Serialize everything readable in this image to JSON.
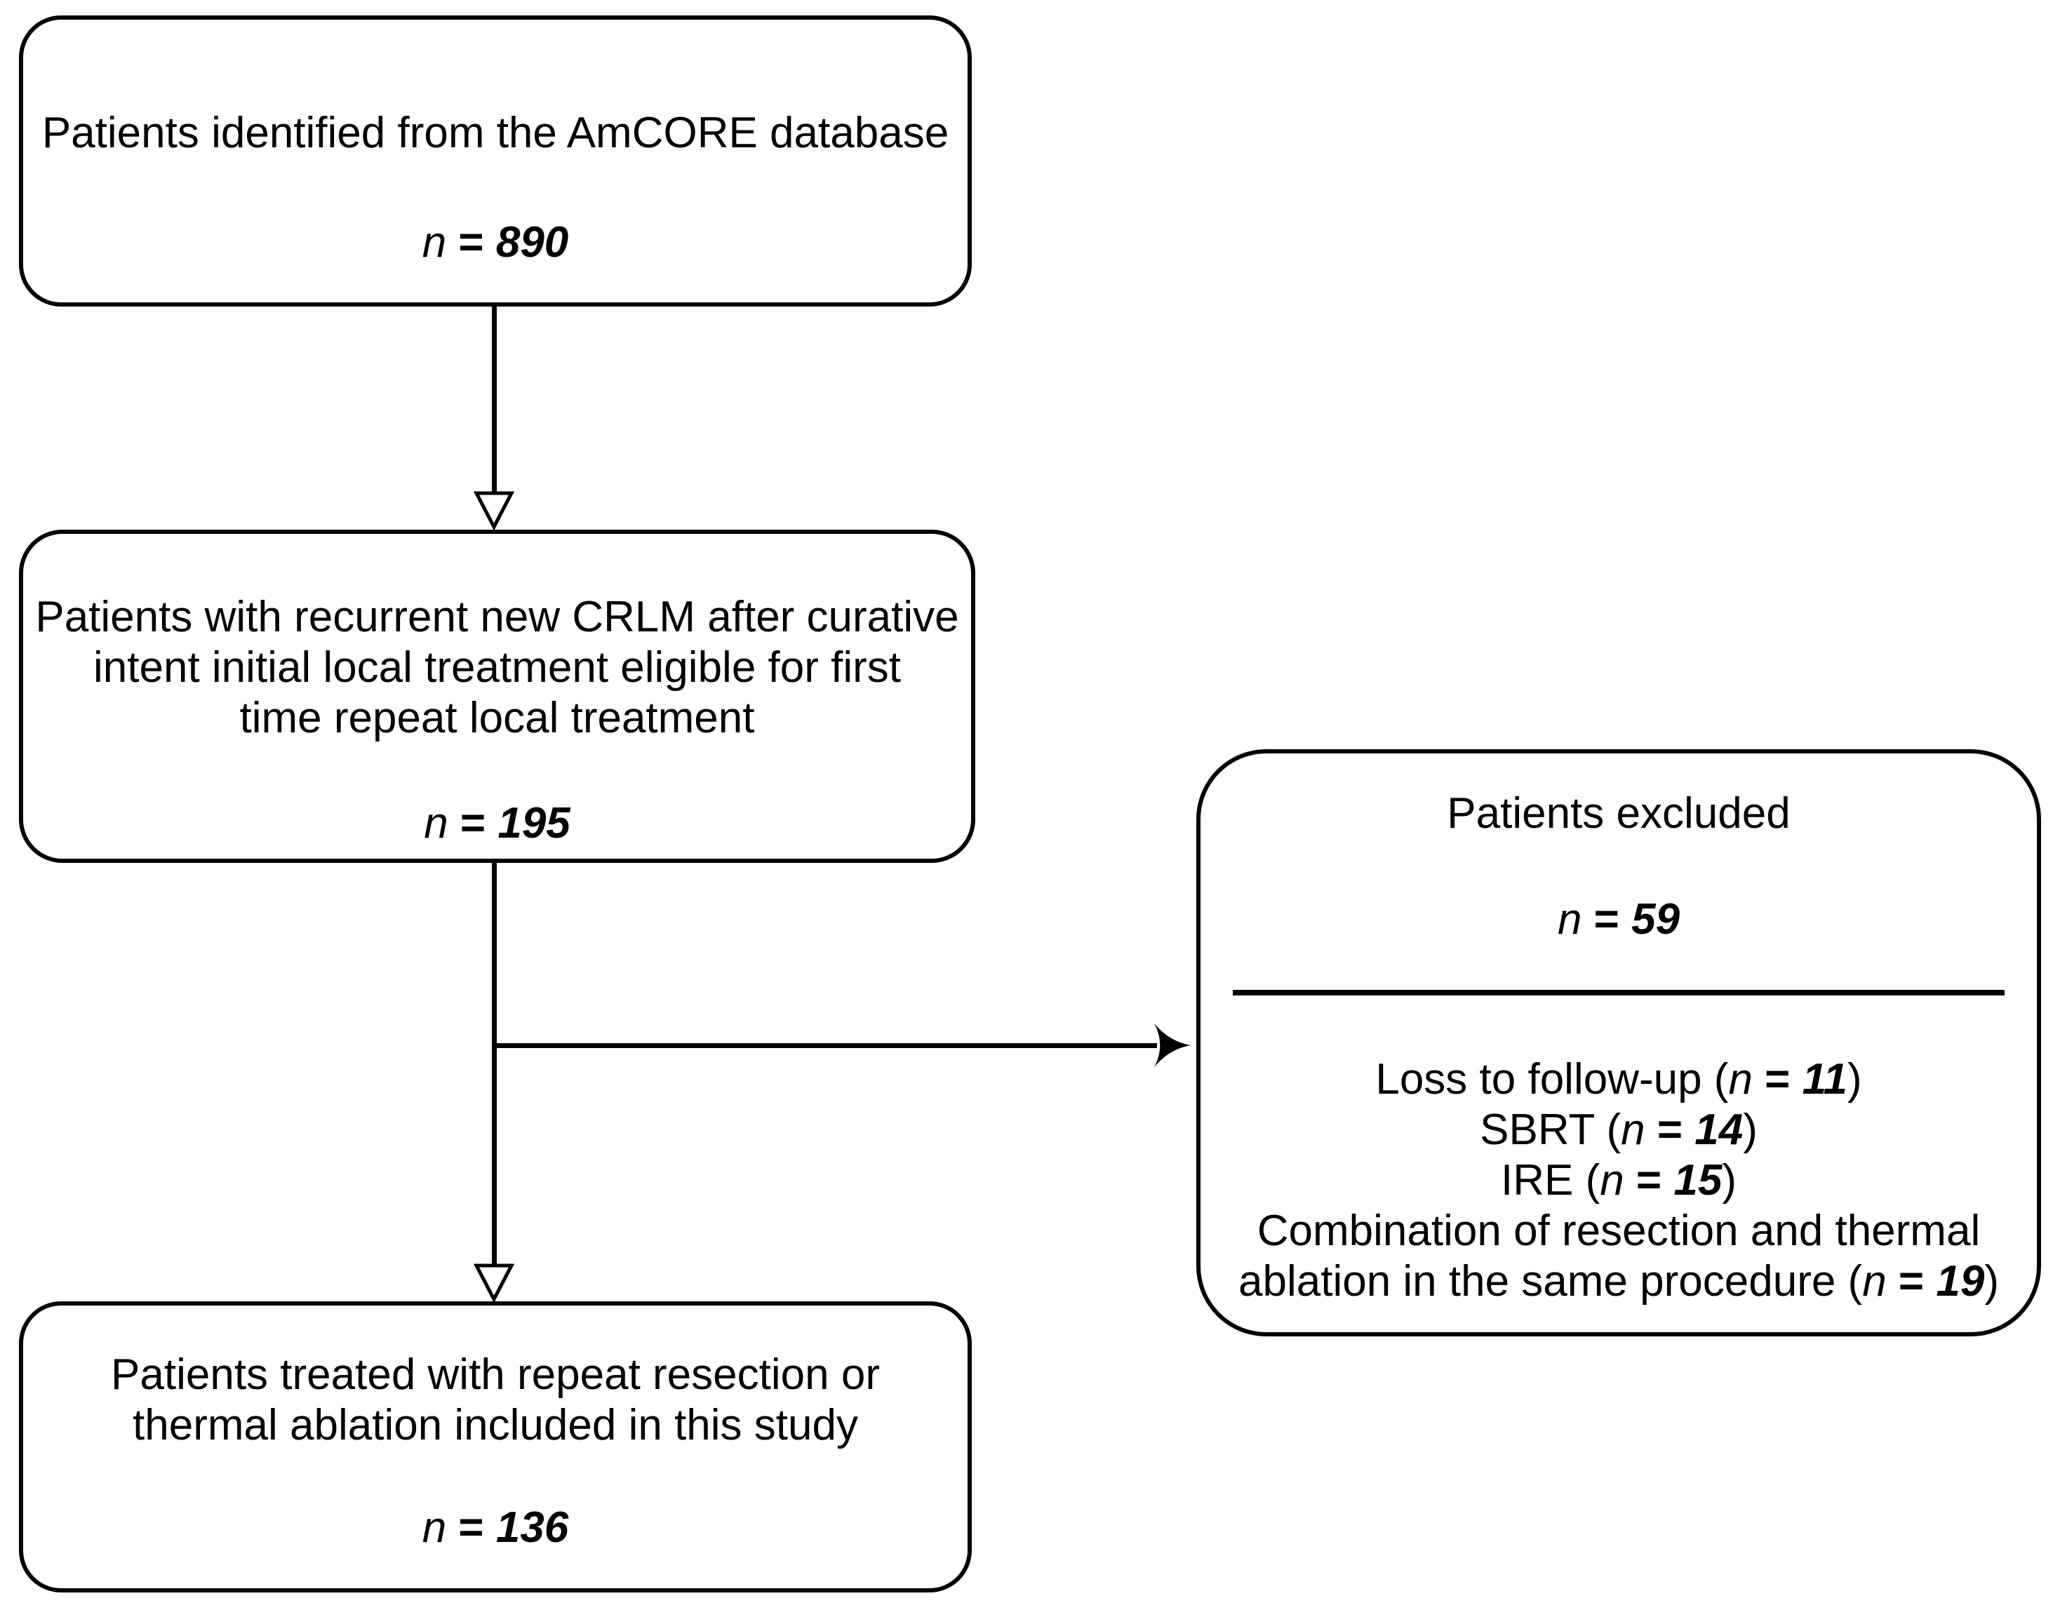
{
  "colors": {
    "stroke": "#000000",
    "background": "#ffffff"
  },
  "boxes": {
    "identified": {
      "title": "Patients identified from the AmCORE database",
      "n": "n",
      "eq": " = ",
      "value": "890"
    },
    "recurrent": {
      "title_lines": [
        "Patients with recurrent new CRLM after curative",
        "intent initial local treatment eligible for first",
        "time repeat local treatment"
      ],
      "n": "n",
      "eq": " = ",
      "value": "195"
    },
    "excluded": {
      "title": "Patients excluded",
      "n": "n",
      "eq": " = ",
      "value": "59",
      "items": [
        {
          "prefix": "Loss to follow-up (",
          "n": "n",
          "eq": " = ",
          "value": "11",
          "suffix": ")"
        },
        {
          "prefix": "SBRT (",
          "n": "n",
          "eq": " = ",
          "value": "14",
          "suffix": ")"
        },
        {
          "prefix": "IRE (",
          "n": "n",
          "eq": " = ",
          "value": "15",
          "suffix": ")"
        },
        {
          "prefix": "Combination of resection and thermal ablation in the same procedure (",
          "n": "n",
          "eq": " = ",
          "value": "19",
          "suffix": ")"
        }
      ]
    },
    "included": {
      "title_lines": [
        "Patients treated with repeat resection or",
        "thermal ablation included in this study"
      ],
      "n": "n",
      "eq": " = ",
      "value": "136"
    }
  }
}
